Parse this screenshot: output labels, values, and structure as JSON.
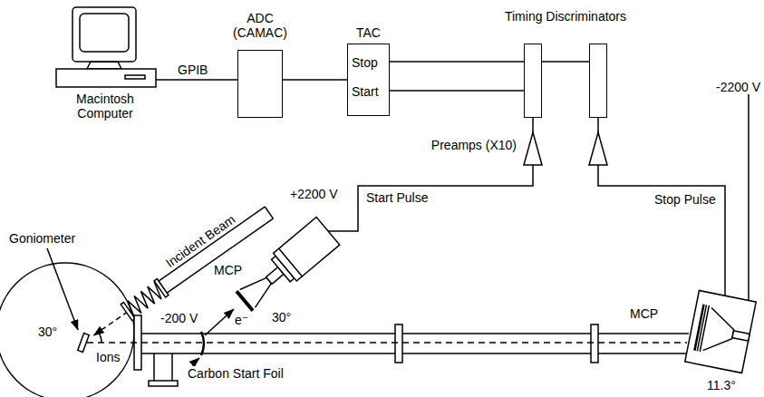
{
  "diagram": {
    "nodes": [
      {
        "text": [
          "Macintosh Computer"
        ]
      },
      {
        "text": [
          "ADC (CAMAC)"
        ]
      },
      {
        "text": [
          "TAC",
          "Stop",
          "Start"
        ]
      },
      {
        "text": [
          "Timing Discriminators"
        ]
      },
      {
        "text": [
          "Preamps (X10)"
        ]
      },
      {
        "text": [
          "MCP"
        ]
      },
      {
        "text": [
          "MCP"
        ]
      }
    ],
    "edges": [
      {
        "from": 0,
        "to": 1,
        "label": "GPIB",
        "arrow": "none"
      },
      {
        "from": 1,
        "to": 2,
        "arrow": "none"
      },
      {
        "from": 2,
        "to": 3,
        "arrow": "none"
      },
      {
        "from": 2,
        "to": 3,
        "arrow": "none"
      },
      {
        "from": 3,
        "to": 4,
        "arrow": "none"
      },
      {
        "from": 3,
        "to": 4,
        "arrow": "none"
      },
      {
        "from": 5,
        "to": 4,
        "label": "Start Pulse",
        "arrow": "none"
      },
      {
        "from": 6,
        "to": 4,
        "label": "Stop Pulse",
        "arrow": "none"
      }
    ],
    "labels": [
      "+2200 V",
      "Incident Beam",
      "Goniometer",
      "30°",
      "Ions",
      "-200 V",
      "e⁻",
      "Carbon Start Foil",
      "30°",
      "-2200 V",
      "11.3°"
    ]
  }
}
